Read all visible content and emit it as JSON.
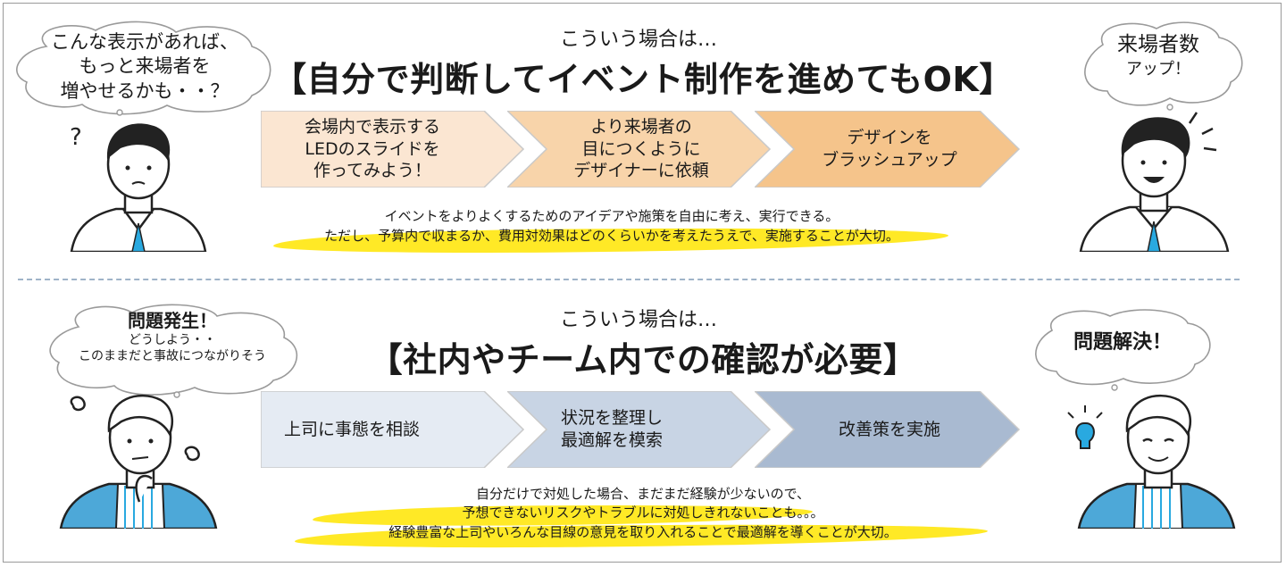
{
  "top": {
    "kicker": "こういう場合は…",
    "headline": "【自分で判断してイベント制作を進めてもOK】",
    "left_bubble": [
      "こんな表示があれば、",
      "もっと来場者を",
      "増やせるかも・・？"
    ],
    "right_bubble": [
      "来場者数",
      "アップ！"
    ],
    "question_mark": "?",
    "steps": [
      "会場内で表示する\nLEDのスライドを\n作ってみよう！",
      "より来場者の\n目につくように\nデザイナーに依頼",
      "デザインを\nブラッシュアップ"
    ],
    "note": [
      "イベントをよりよくするためのアイデアや施策を自由に考え、実行できる。",
      "ただし、予算内で収まるか、費用対効果はどのくらいかを考えたうえで、実施することが大切。"
    ],
    "colors": {
      "step1": "#fbe6d2",
      "step2": "#f8d4aa",
      "step3": "#f5c48b",
      "stroke": "#c9c9c9"
    }
  },
  "bottom": {
    "kicker": "こういう場合は…",
    "headline": "【社内やチーム内での確認が必要】",
    "left_bubble": {
      "title": "問題発生！",
      "line1": "どうしよう・・",
      "line2": "このままだと事故につながりそう"
    },
    "right_bubble": "問題解決！",
    "steps": [
      "上司に事態を相談",
      "状況を整理し\n最適解を模索",
      "改善策を実施"
    ],
    "note": [
      "自分だけで対処した場合、まだまだ経験が少ないので、",
      "予想できないリスクやトラブルに対処しきれないことも。。。",
      "経験豊富な上司やいろんな目線の意見を取り入れることで最適解を導くことが大切。"
    ],
    "colors": {
      "step1": "#e5ebf3",
      "step2": "#c8d4e4",
      "step3": "#a9bad1",
      "stroke": "#c9c9c9"
    }
  },
  "highlight_color": "#ffe81a",
  "divider_color": "#9fb3c8"
}
